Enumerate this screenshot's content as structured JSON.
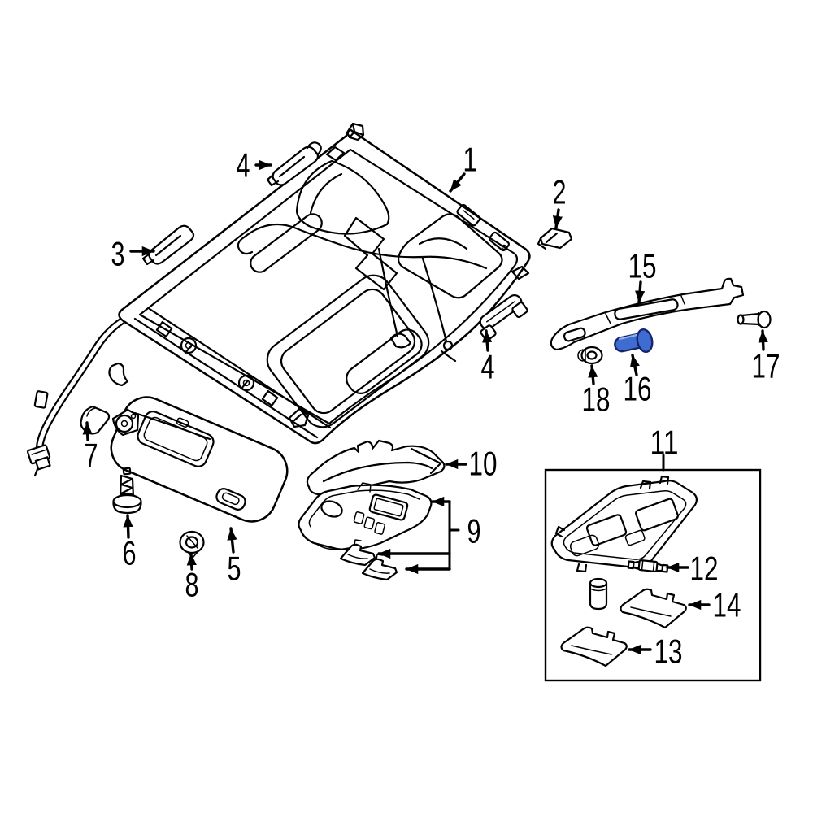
{
  "diagram": {
    "background": "#ffffff",
    "line_color": "#000000",
    "highlight_fill": "#3e6cd0",
    "highlight_stroke": "#17246b",
    "highlighted_callout": "16"
  },
  "callouts": [
    {
      "label": "1"
    },
    {
      "label": "2"
    },
    {
      "label": "3"
    },
    {
      "label": "4"
    },
    {
      "label": "4"
    },
    {
      "label": "5"
    },
    {
      "label": "6"
    },
    {
      "label": "7"
    },
    {
      "label": "8"
    },
    {
      "label": "9"
    },
    {
      "label": "10"
    },
    {
      "label": "11"
    },
    {
      "label": "12"
    },
    {
      "label": "13"
    },
    {
      "label": "14"
    },
    {
      "label": "15"
    },
    {
      "label": "16"
    },
    {
      "label": "17"
    },
    {
      "label": "18"
    }
  ]
}
